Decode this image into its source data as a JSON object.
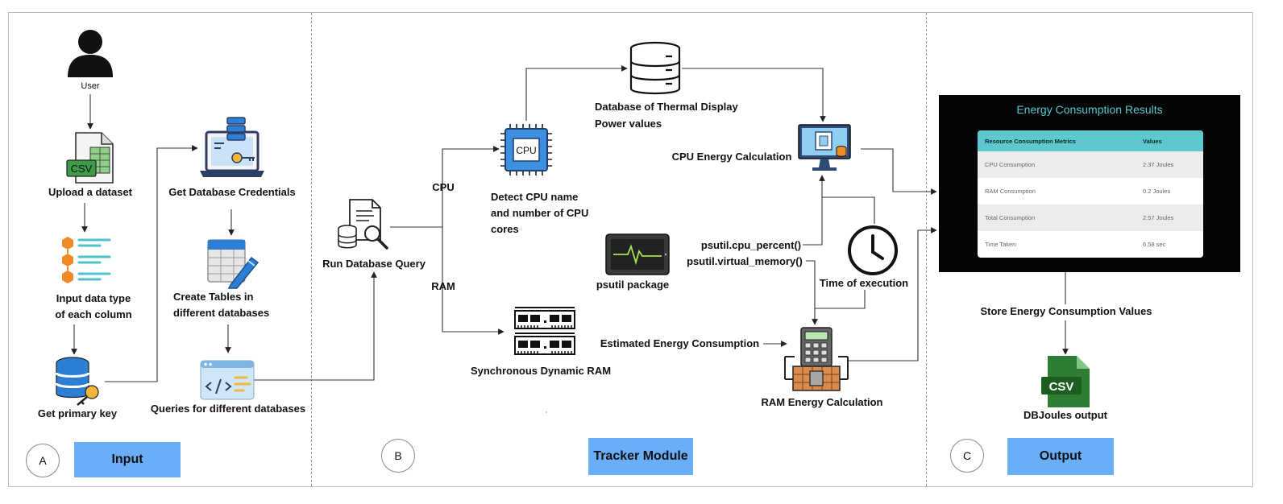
{
  "sections": {
    "a": {
      "letter": "A",
      "title": "Input"
    },
    "b": {
      "letter": "B",
      "title": "Tracker Module"
    },
    "c": {
      "letter": "C",
      "title": "Output"
    }
  },
  "input": {
    "user": "User",
    "upload": "Upload a dataset",
    "datatype_1": "Input data type",
    "datatype_2": "of each column",
    "primary_key": "Get  primary key",
    "credentials": "Get Database Credentials",
    "create_1": "Create Tables in",
    "create_2": "different databases",
    "queries": "Queries for different databases",
    "csv_badge": "CSV"
  },
  "tracker": {
    "run_query": "Run Database Query",
    "cpu_branch": "CPU",
    "ram_branch": "RAM",
    "cpu_chip": "CPU",
    "detect_1": "Detect CPU name",
    "detect_2": "and number of CPU",
    "detect_3": "cores",
    "db_1": "Database of Thermal Display",
    "db_2": "Power  values",
    "cpu_calc": "CPU Energy Calculation",
    "psutil_cpu": "psutil.cpu_percent()",
    "psutil_mem": "psutil.virtual_memory()",
    "psutil_pkg": "psutil package",
    "time_exec": "Time of execution",
    "sdram": "Synchronous Dynamic RAM",
    "estimated": "Estimated Energy Consumption",
    "ram_calc": "RAM Energy Calculation"
  },
  "output": {
    "panel_title": "Energy Consumption Results",
    "table": {
      "headers": [
        "Resource Consumption Metrics",
        "Values"
      ],
      "rows": [
        [
          "CPU Consumption",
          "2.37 Joules"
        ],
        [
          "RAM Consumption",
          "0.2 Joules"
        ],
        [
          "Total Consumption",
          "2.57 Joules"
        ],
        [
          "Time Taken",
          "6.58 sec"
        ]
      ]
    },
    "store": "Store Energy Consumption Values",
    "csv_badge": "CSV",
    "dbjoules": "DBJoules output"
  },
  "colors": {
    "section_box": "#6aaef7",
    "panel_bg": "#050505",
    "panel_title": "#55c8cf",
    "table_header": "#5ec8cf",
    "csv_green": "#2e7d32"
  }
}
